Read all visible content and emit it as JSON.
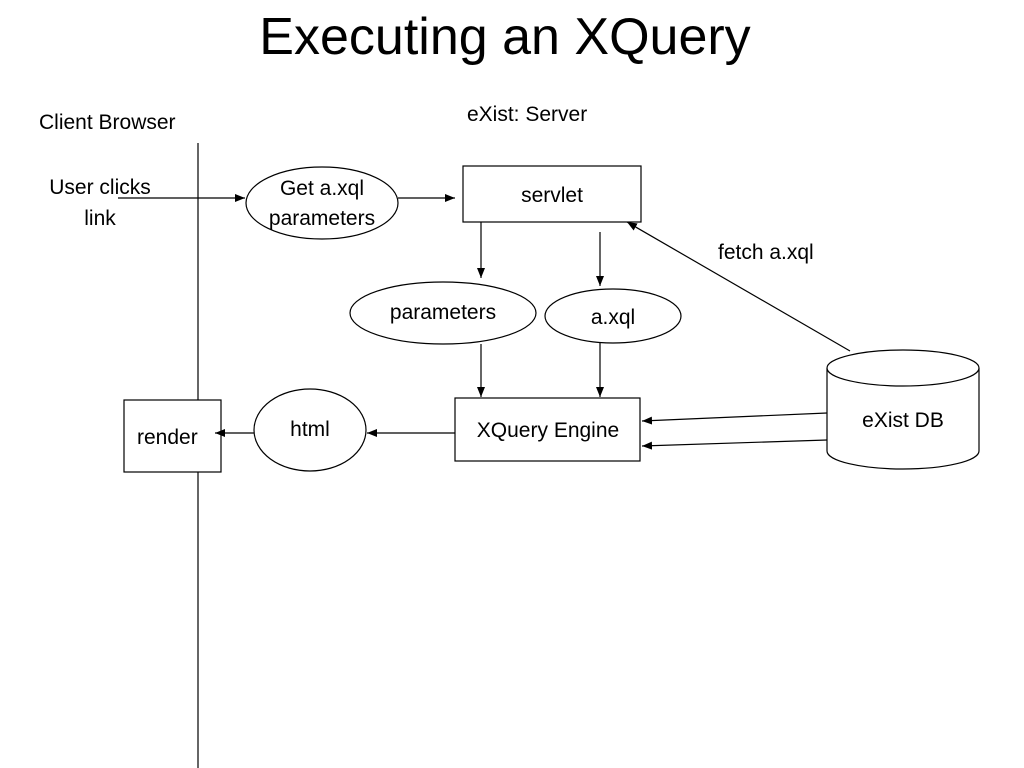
{
  "title": "Executing an XQuery",
  "sections": {
    "client": "Client Browser",
    "server": "eXist: Server"
  },
  "nodes": {
    "user_action_line1": "User clicks",
    "user_action_line2": "link",
    "request_line1": "Get a.xql",
    "request_line2": "parameters",
    "servlet": "servlet",
    "parameters": "parameters",
    "query_file": "a.xql",
    "engine": "XQuery Engine",
    "database": "eXist DB",
    "output": "html",
    "render": "render"
  },
  "edges": {
    "fetch": "fetch a.xql"
  }
}
